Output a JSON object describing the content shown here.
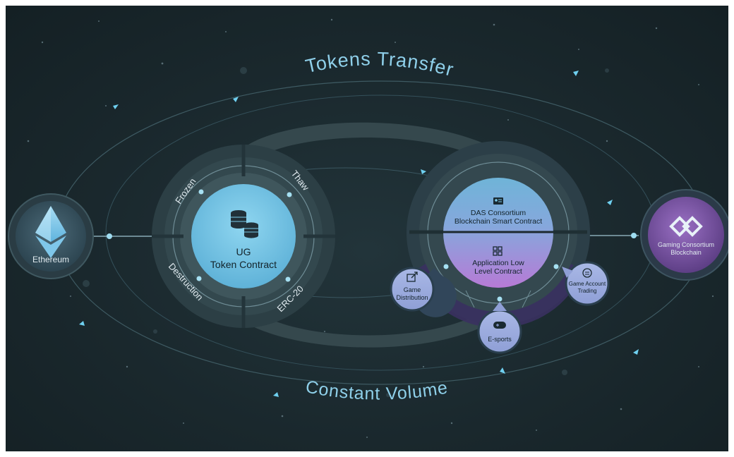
{
  "title_top": "Tokens Transfer",
  "title_bottom": "Constant Volume",
  "ethereum": {
    "label": "Ethereum"
  },
  "token_contract": {
    "line1": "UG",
    "line2": "Token Contract",
    "ring_labels": {
      "top_left": "Frozen",
      "top_right": "Thaw",
      "bottom_left": "Destruction",
      "bottom_right": "ERC-20"
    }
  },
  "das_contract": {
    "line1": "DAS Consortium",
    "line2": "Blockchain Smart Contract"
  },
  "app_contract": {
    "line1": "Application Low",
    "line2": "Level Contract"
  },
  "pins": [
    {
      "line1": "Game",
      "line2": "Distribution"
    },
    {
      "line1": "E-sports",
      "line2": ""
    },
    {
      "line1": "Game Account",
      "line2": "Trading"
    }
  ],
  "gaming_chain": {
    "line1": "Gaming Consortium",
    "line2": "Blockchain"
  },
  "colors": {
    "background": "#1a282d",
    "ring": "#3b5258",
    "token_core": "#7ccbea",
    "ethereum_purple_glow": "#5a4a8a",
    "app_purple": "#b27ad6",
    "gaming_chain": "#8a5fb0",
    "pin": "#8fa3d8",
    "title_text": "#8fd0ea"
  },
  "icons": [
    "ethereum-diamond-icon",
    "coin-stack-icon",
    "id-card-icon",
    "app-blocks-icon",
    "share-icon",
    "gamepad-icon",
    "trade-icon",
    "interlock-diamond-icon"
  ]
}
